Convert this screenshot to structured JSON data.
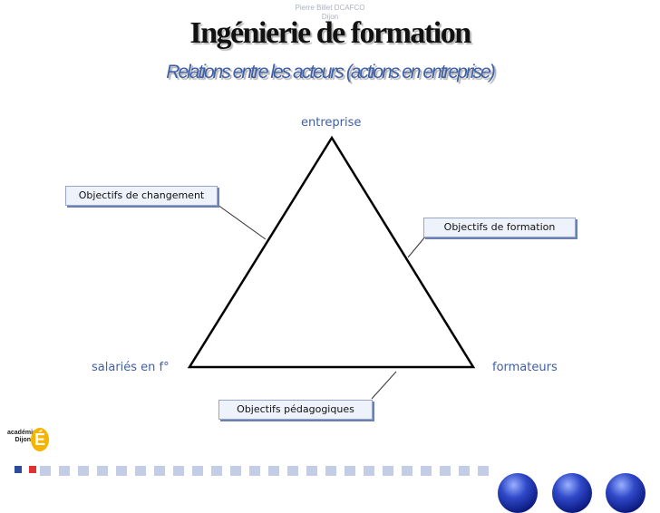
{
  "header": {
    "author_line1": "Pierre Billet DCAFCO",
    "author_line2": "Dijon",
    "title": "Ingénierie de formation",
    "subtitle": "Relations entre les acteurs (actions en entreprise)"
  },
  "diagram": {
    "vertices": {
      "top": "entreprise",
      "left": "salariés en f°",
      "right": "formateurs"
    },
    "boxes": {
      "changement": "Objectifs de changement",
      "formation": "Objectifs de formation",
      "pedagogiques": "Objectifs pédagogiques"
    }
  },
  "footer": {
    "logo_text": "académie Dijon"
  },
  "colors": {
    "accent": "#3f5fa6",
    "box_fill": "#eef2fb",
    "box_shadow": "#6a7fb4",
    "square": "#c4cde6",
    "ball": "#1f35b0"
  }
}
